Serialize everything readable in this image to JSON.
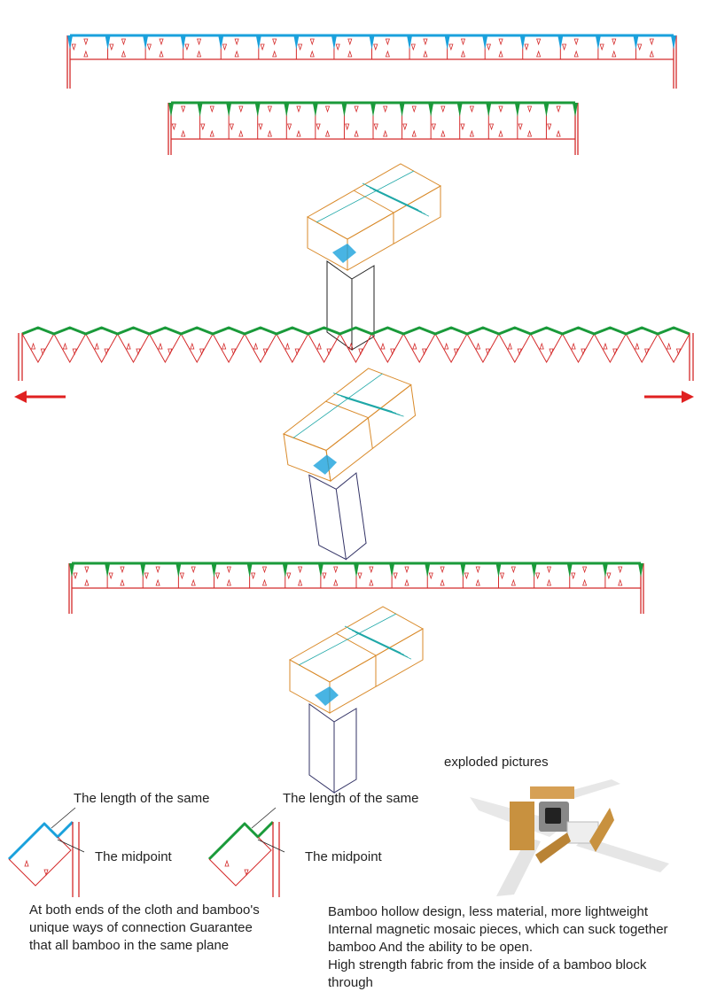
{
  "colors": {
    "frame": "#d42a2a",
    "fabric_blue": "#1aa1dc",
    "fabric_green": "#1a9a3a",
    "box": "#d98a2a",
    "box_line": "#1ea7a7",
    "stand": "#333366",
    "arrow": "#e02020"
  },
  "labels": {
    "exploded": "exploded pictures",
    "length_left": "The length of the same",
    "midpoint_left": "The midpoint",
    "length_right": "The length of the same",
    "midpoint_right": "The midpoint"
  },
  "captions": {
    "left": [
      "At both ends of the cloth and bamboo's",
      "unique ways of connection Guarantee",
      "that all bamboo in the same plane"
    ],
    "right": [
      "Bamboo hollow design, less material, more lightweight",
      "Internal magnetic mosaic pieces, which can suck together",
      "bamboo And the ability to be open.",
      "High strength fabric from the inside of a bamboo block",
      "through"
    ]
  }
}
